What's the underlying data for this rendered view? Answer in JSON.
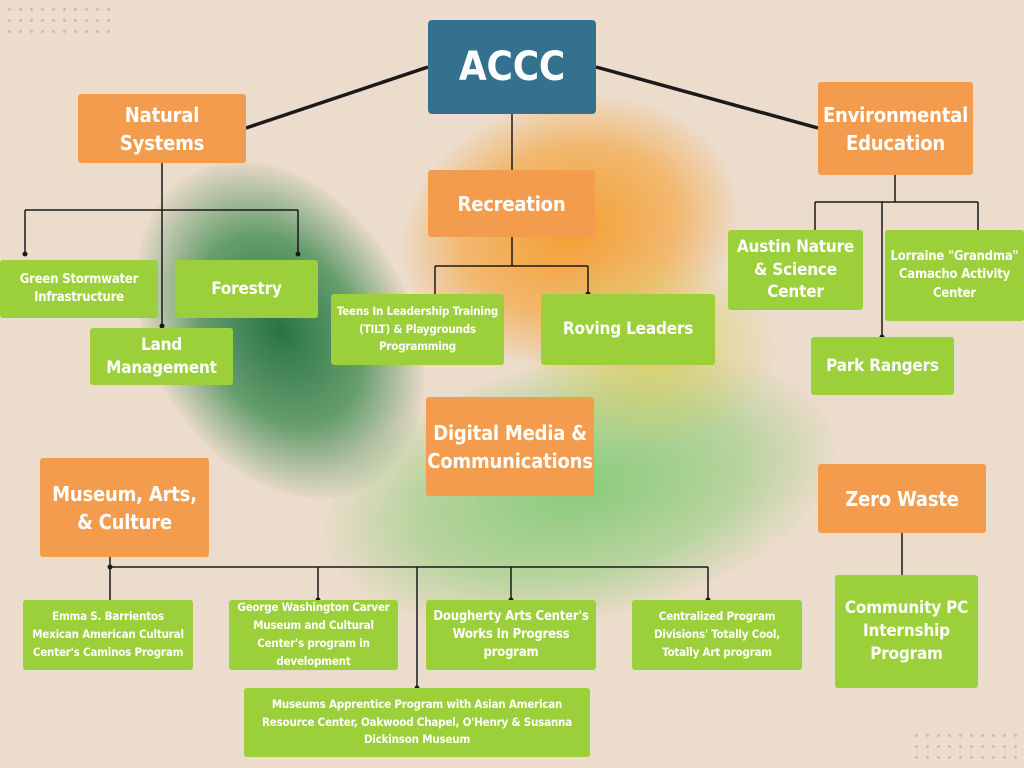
{
  "colors": {
    "background": "#ecdccb",
    "root": "#33718f",
    "category": "#f39c4d",
    "program": "#9bd03b",
    "connector": "#1a1a1a"
  },
  "root": {
    "label": "ACCC"
  },
  "categories": {
    "natural_systems": "Natural Systems",
    "recreation": "Recreation",
    "environmental_education": "Environmental Education",
    "digital_media": "Digital Media & Communications",
    "museum_arts_culture": "Museum, Arts, & Culture",
    "zero_waste": "Zero Waste"
  },
  "programs": {
    "green_stormwater": "Green Stormwater Infrastructure",
    "forestry": "Forestry",
    "land_management": "Land Management",
    "tilt": "Teens In Leadership Training (TILT) & Playgrounds Programming",
    "roving_leaders": "Roving Leaders",
    "austin_nature": "Austin Nature & Science Center",
    "lorraine_camacho": "Lorraine \"Grandma\" Camacho Activity Center",
    "park_rangers": "Park Rangers",
    "barrientos": "Emma S. Barrientos Mexican American Cultural Center's Caminos Program",
    "carver": "George Washington Carver Museum and Cultural Center's program in development",
    "dougherty": "Dougherty Arts Center's Works In Progress program",
    "centralized": "Centralized Program Divisions' Totally Cool, Totally Art program",
    "museums_apprentice": "Museums Apprentice Program with Asian American Resource Center, Oakwood Chapel, O'Henry & Susanna Dickinson Museum",
    "community_pc": "Community PC Internship Program"
  }
}
